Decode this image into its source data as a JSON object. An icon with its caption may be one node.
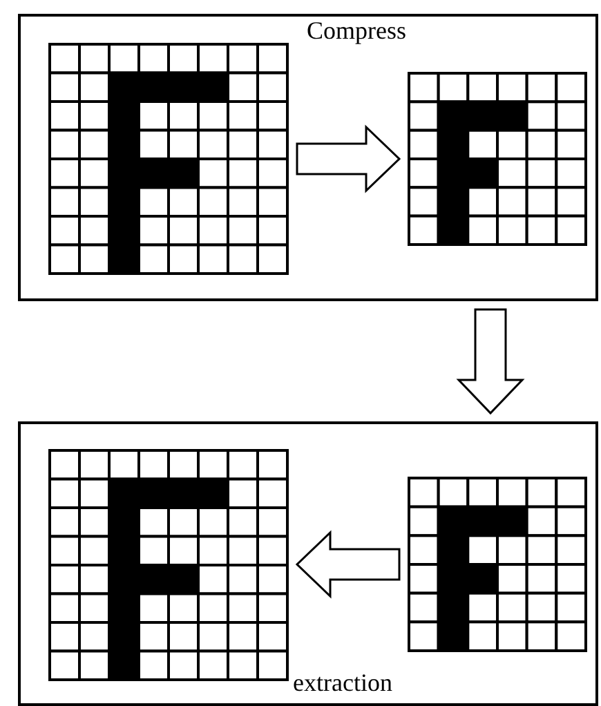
{
  "diagram": {
    "nodes": [
      {
        "text": [],
        "shape": "box"
      },
      {
        "text": [],
        "shape": "picture",
        "in": 0
      },
      {
        "text": [],
        "shape": "picture",
        "in": 0
      },
      {
        "text": [],
        "shape": "box"
      },
      {
        "text": [],
        "shape": "picture",
        "in": 3
      },
      {
        "text": [],
        "shape": "picture",
        "in": 3
      }
    ],
    "edges": [
      {
        "from": 1,
        "to": 2,
        "arrow": "to"
      },
      {
        "from": 0,
        "to": 3,
        "arrow": "to"
      },
      {
        "from": 5,
        "to": 4,
        "arrow": "to"
      }
    ],
    "labels": [
      "Compress",
      "extraction"
    ]
  }
}
